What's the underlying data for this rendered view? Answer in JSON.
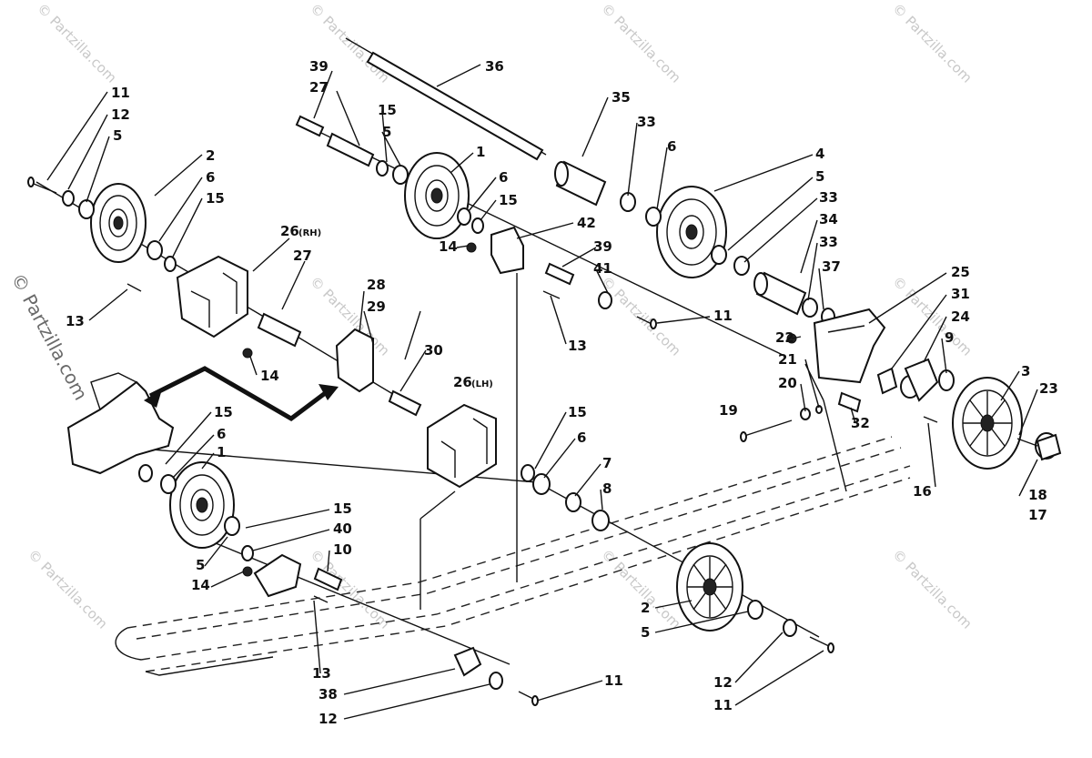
{
  "watermark": {
    "text": "© Partzilla.com",
    "side_text": "© Partzilla.com"
  },
  "callouts": {
    "c1a": "1",
    "c1b": "1",
    "c2a": "2",
    "c2b": "2",
    "c3": "3",
    "c4": "4",
    "c5a": "5",
    "c5b": "5",
    "c5c": "5",
    "c5d": "5",
    "c5e": "5",
    "c6a": "6",
    "c6b": "6",
    "c6c": "6",
    "c6d": "6",
    "c6e": "6",
    "c7": "7",
    "c8": "8",
    "c9": "9",
    "c10": "10",
    "c11a": "11",
    "c11b": "11",
    "c11c": "11",
    "c11d": "11",
    "c12a": "12",
    "c12b": "12",
    "c12c": "12",
    "c13a": "13",
    "c13b": "13",
    "c13c": "13",
    "c14a": "14",
    "c14b": "14",
    "c14c": "14",
    "c15a": "15",
    "c15b": "15",
    "c15c": "15",
    "c15d": "15",
    "c15e": "15",
    "c15f": "15",
    "c16": "16",
    "c17": "17",
    "c18": "18",
    "c19": "19",
    "c20": "20",
    "c21": "21",
    "c22": "22",
    "c23": "23",
    "c24": "24",
    "c25": "25",
    "c26rh": "26",
    "c26lh": "26",
    "c27a": "27",
    "c27b": "27",
    "c28": "28",
    "c29": "29",
    "c30": "30",
    "c31": "31",
    "c32": "32",
    "c33a": "33",
    "c33b": "33",
    "c33c": "33",
    "c34": "34",
    "c35": "35",
    "c36": "36",
    "c37": "37",
    "c38": "38",
    "c39a": "39",
    "c39b": "39",
    "c40": "40",
    "c41": "41",
    "c42": "42"
  },
  "side_tags": {
    "rh": "(RH)",
    "lh": "(LH)"
  }
}
